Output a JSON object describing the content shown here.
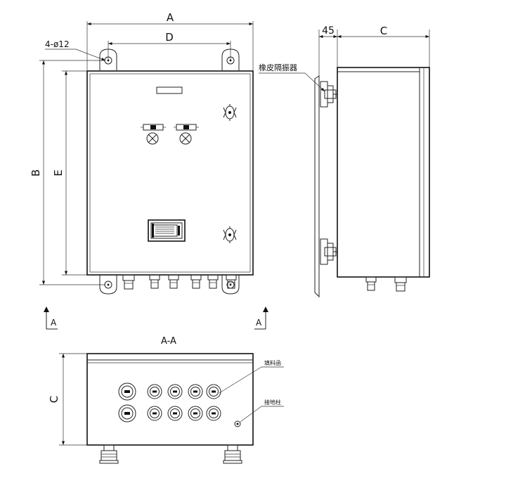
{
  "front_view": {
    "dim_a": "A",
    "dim_d": "D",
    "dim_b": "B",
    "dim_e": "E",
    "hole_note": "4-ø12"
  },
  "side_view": {
    "dim_45": "45",
    "dim_c": "C",
    "rubber_label": "橡皮隔振器"
  },
  "section_marks": {
    "left": "A",
    "right": "A"
  },
  "bottom_view": {
    "title": "A-A",
    "dim_c": "C",
    "label_gland": "填料函",
    "label_ground": "接地柱"
  }
}
